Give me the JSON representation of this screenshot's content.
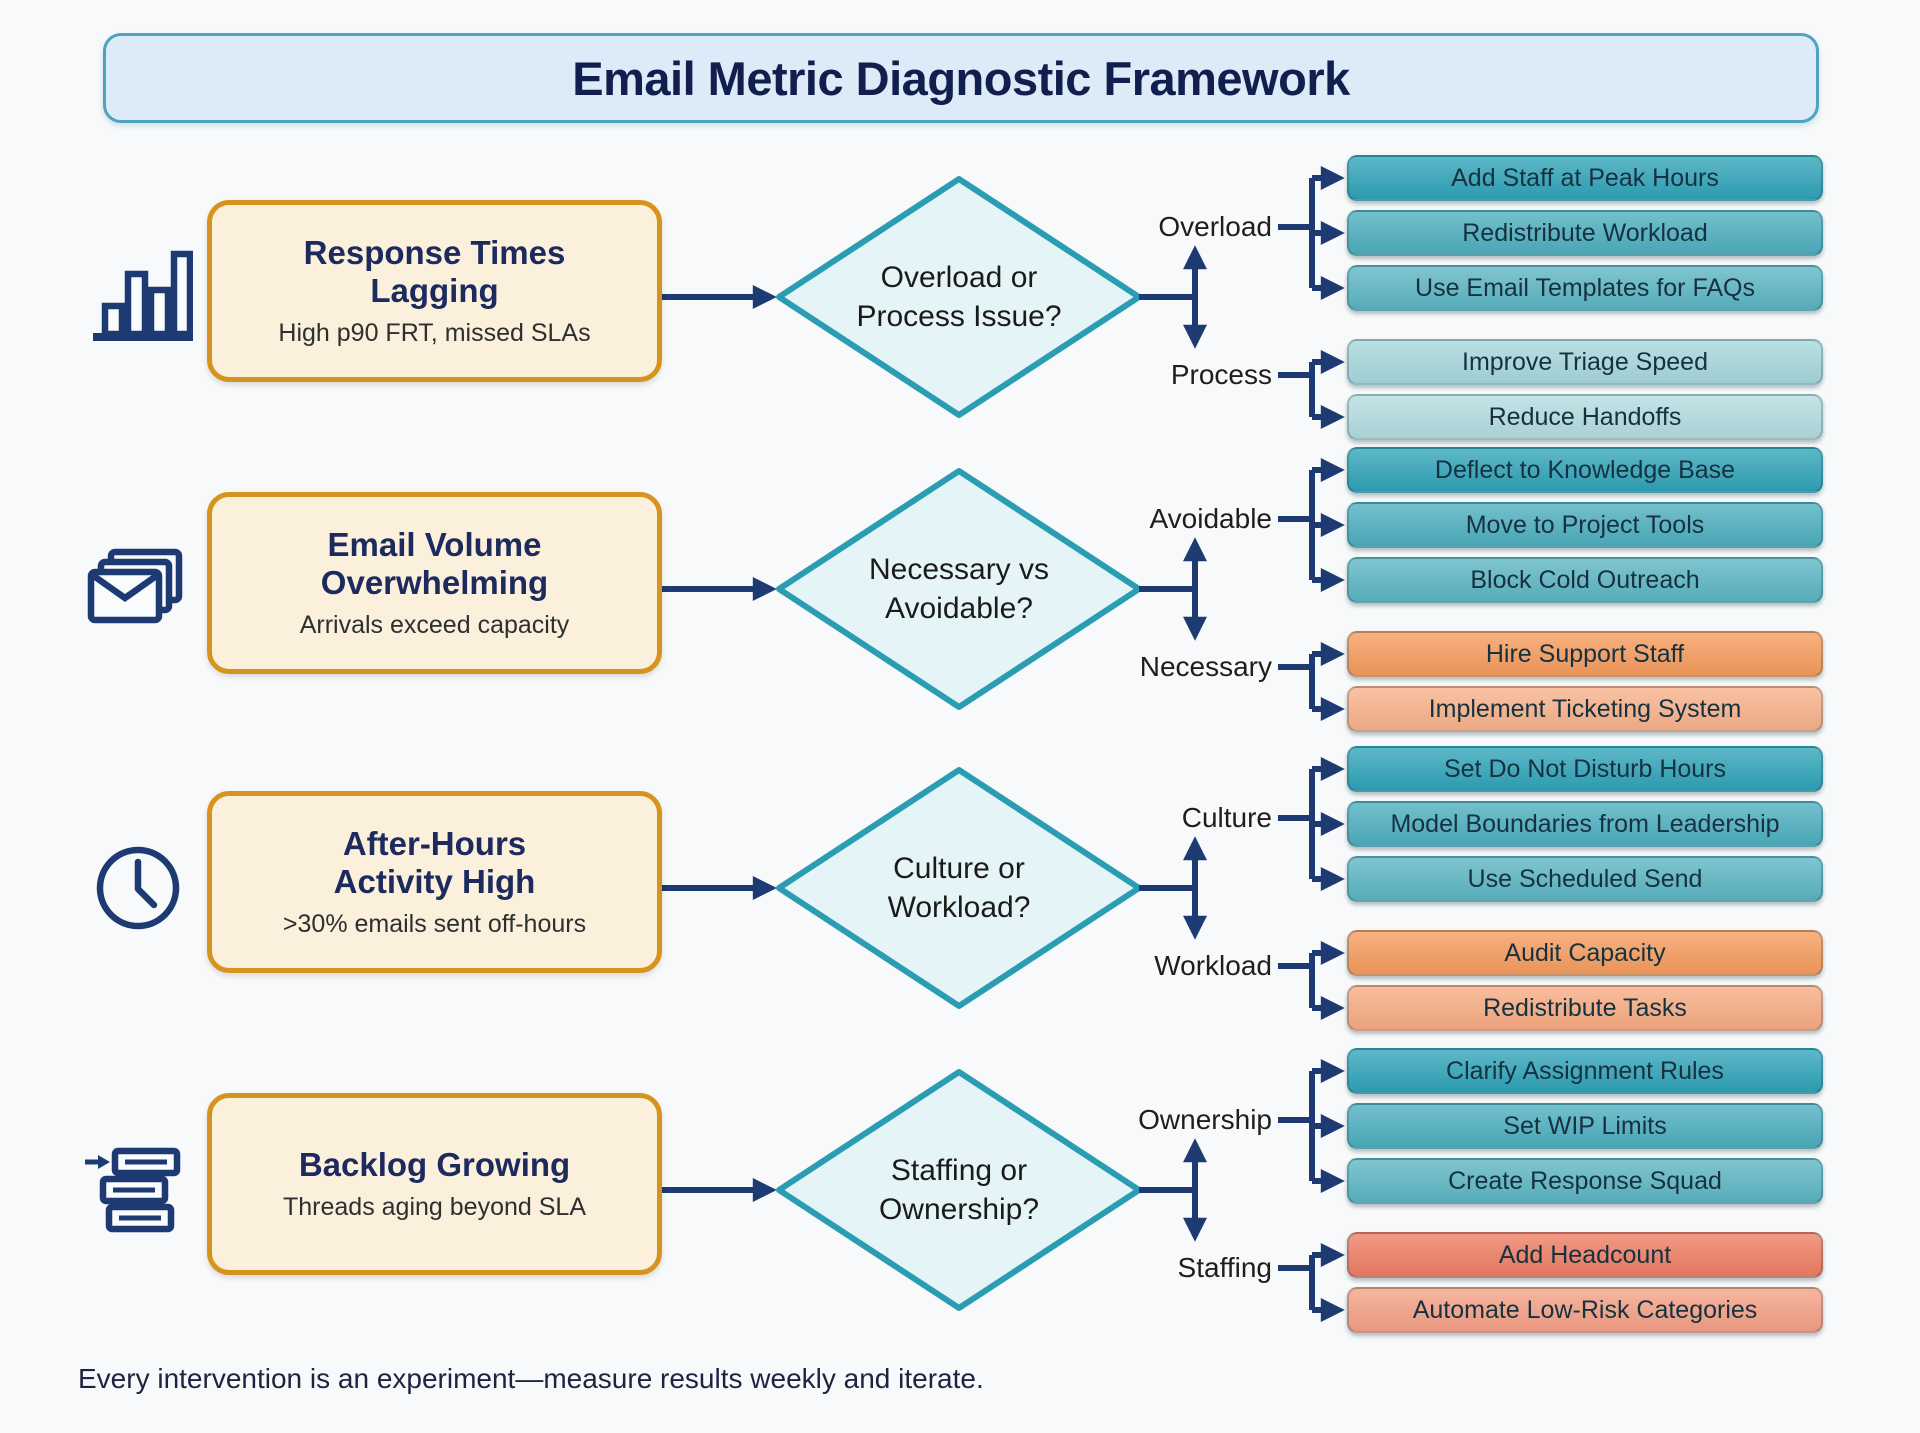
{
  "title": "Email Metric Diagnostic Framework",
  "footer": "Every intervention is an experiment—measure results weekly and iterate.",
  "palette": {
    "page_bg": "#f7f9fa",
    "connector_navy": "#1d3a72",
    "title_bg": "#ddeaf8",
    "title_border": "#4fa3be",
    "problem_fill": "#faf0dc",
    "problem_border": "#d6941f",
    "diamond_fill": "#e4f4f7",
    "diamond_border": "#2a9db2"
  },
  "rows": [
    {
      "icon": "bar-chart-icon",
      "problem": {
        "title": "Response Times\nLagging",
        "subtitle": "High p90 FRT, missed SLAs"
      },
      "question": "Overload or\nProcess Issue?",
      "branches": [
        {
          "label": "Overload",
          "actions": [
            {
              "text": "Add Staff at Peak Hours",
              "color": "#2fa3b8"
            },
            {
              "text": "Redistribute Workload",
              "color": "#4caebf"
            },
            {
              "text": "Use Email Templates for FAQs",
              "color": "#5bb5c3"
            }
          ]
        },
        {
          "label": "Process",
          "actions": [
            {
              "text": "Improve Triage Speed",
              "color": "#a6d7dc"
            },
            {
              "text": "Reduce Handoffs",
              "color": "#b3dce0"
            }
          ]
        }
      ]
    },
    {
      "icon": "stacked-envelopes-icon",
      "problem": {
        "title": "Email Volume\nOverwhelming",
        "subtitle": "Arrivals exceed capacity"
      },
      "question": "Necessary vs\nAvoidable?",
      "branches": [
        {
          "label": "Avoidable",
          "actions": [
            {
              "text": "Deflect to Knowledge Base",
              "color": "#2fa3b8"
            },
            {
              "text": "Move to Project Tools",
              "color": "#4caebf"
            },
            {
              "text": "Block Cold Outreach",
              "color": "#5bb5c3"
            }
          ]
        },
        {
          "label": "Necessary",
          "actions": [
            {
              "text": "Hire Support Staff",
              "color": "#f59b5c"
            },
            {
              "text": "Implement Ticketing System",
              "color": "#f8b18a"
            }
          ]
        }
      ]
    },
    {
      "icon": "clock-icon",
      "problem": {
        "title": "After-Hours\nActivity High",
        "subtitle": ">30% emails sent off-hours"
      },
      "question": "Culture or\nWorkload?",
      "branches": [
        {
          "label": "Culture",
          "actions": [
            {
              "text": "Set Do Not Disturb Hours",
              "color": "#2fa3b8"
            },
            {
              "text": "Model Boundaries from Leadership",
              "color": "#4caebf"
            },
            {
              "text": "Use Scheduled Send",
              "color": "#5bb5c3"
            }
          ]
        },
        {
          "label": "Workload",
          "actions": [
            {
              "text": "Audit Capacity",
              "color": "#f59b5c"
            },
            {
              "text": "Redistribute Tasks",
              "color": "#f7ab82"
            }
          ]
        }
      ]
    },
    {
      "icon": "backlog-stack-icon",
      "problem": {
        "title": "Backlog Growing",
        "subtitle": "Threads aging beyond SLA"
      },
      "question": "Staffing or\nOwnership?",
      "branches": [
        {
          "label": "Ownership",
          "actions": [
            {
              "text": "Clarify Assignment Rules",
              "color": "#2fa3b8"
            },
            {
              "text": "Set WIP Limits",
              "color": "#4caebf"
            },
            {
              "text": "Create Response Squad",
              "color": "#5bb5c3"
            }
          ]
        },
        {
          "label": "Staffing",
          "actions": [
            {
              "text": "Add Headcount",
              "color": "#ee7d63"
            },
            {
              "text": "Automate Low-Risk Categories",
              "color": "#f4a085"
            }
          ]
        }
      ]
    }
  ]
}
